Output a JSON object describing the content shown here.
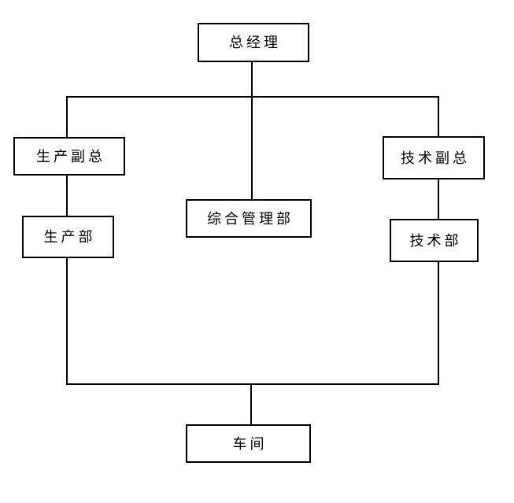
{
  "diagram": {
    "type": "org-chart",
    "colors": {
      "background": "#ffffff",
      "line": "#000000",
      "box_border": "#000000",
      "box_fill": "#ffffff",
      "text": "#000000"
    },
    "nodes": [
      {
        "id": "general-manager",
        "label": "总经理"
      },
      {
        "id": "production-vice-president",
        "label": "生产副总"
      },
      {
        "id": "technical-vice-president",
        "label": "技术副总"
      },
      {
        "id": "general-admin-department",
        "label": "综合管理部"
      },
      {
        "id": "production-department",
        "label": "生产部"
      },
      {
        "id": "technical-department",
        "label": "技术部"
      },
      {
        "id": "workshop",
        "label": "车间"
      }
    ],
    "edges": [
      {
        "from": "general-manager",
        "to": "production-vice-president"
      },
      {
        "from": "general-manager",
        "to": "general-admin-department"
      },
      {
        "from": "general-manager",
        "to": "technical-vice-president"
      },
      {
        "from": "production-vice-president",
        "to": "production-department"
      },
      {
        "from": "technical-vice-president",
        "to": "technical-department"
      },
      {
        "from": "production-department",
        "to": "workshop"
      },
      {
        "from": "technical-department",
        "to": "workshop"
      }
    ]
  }
}
